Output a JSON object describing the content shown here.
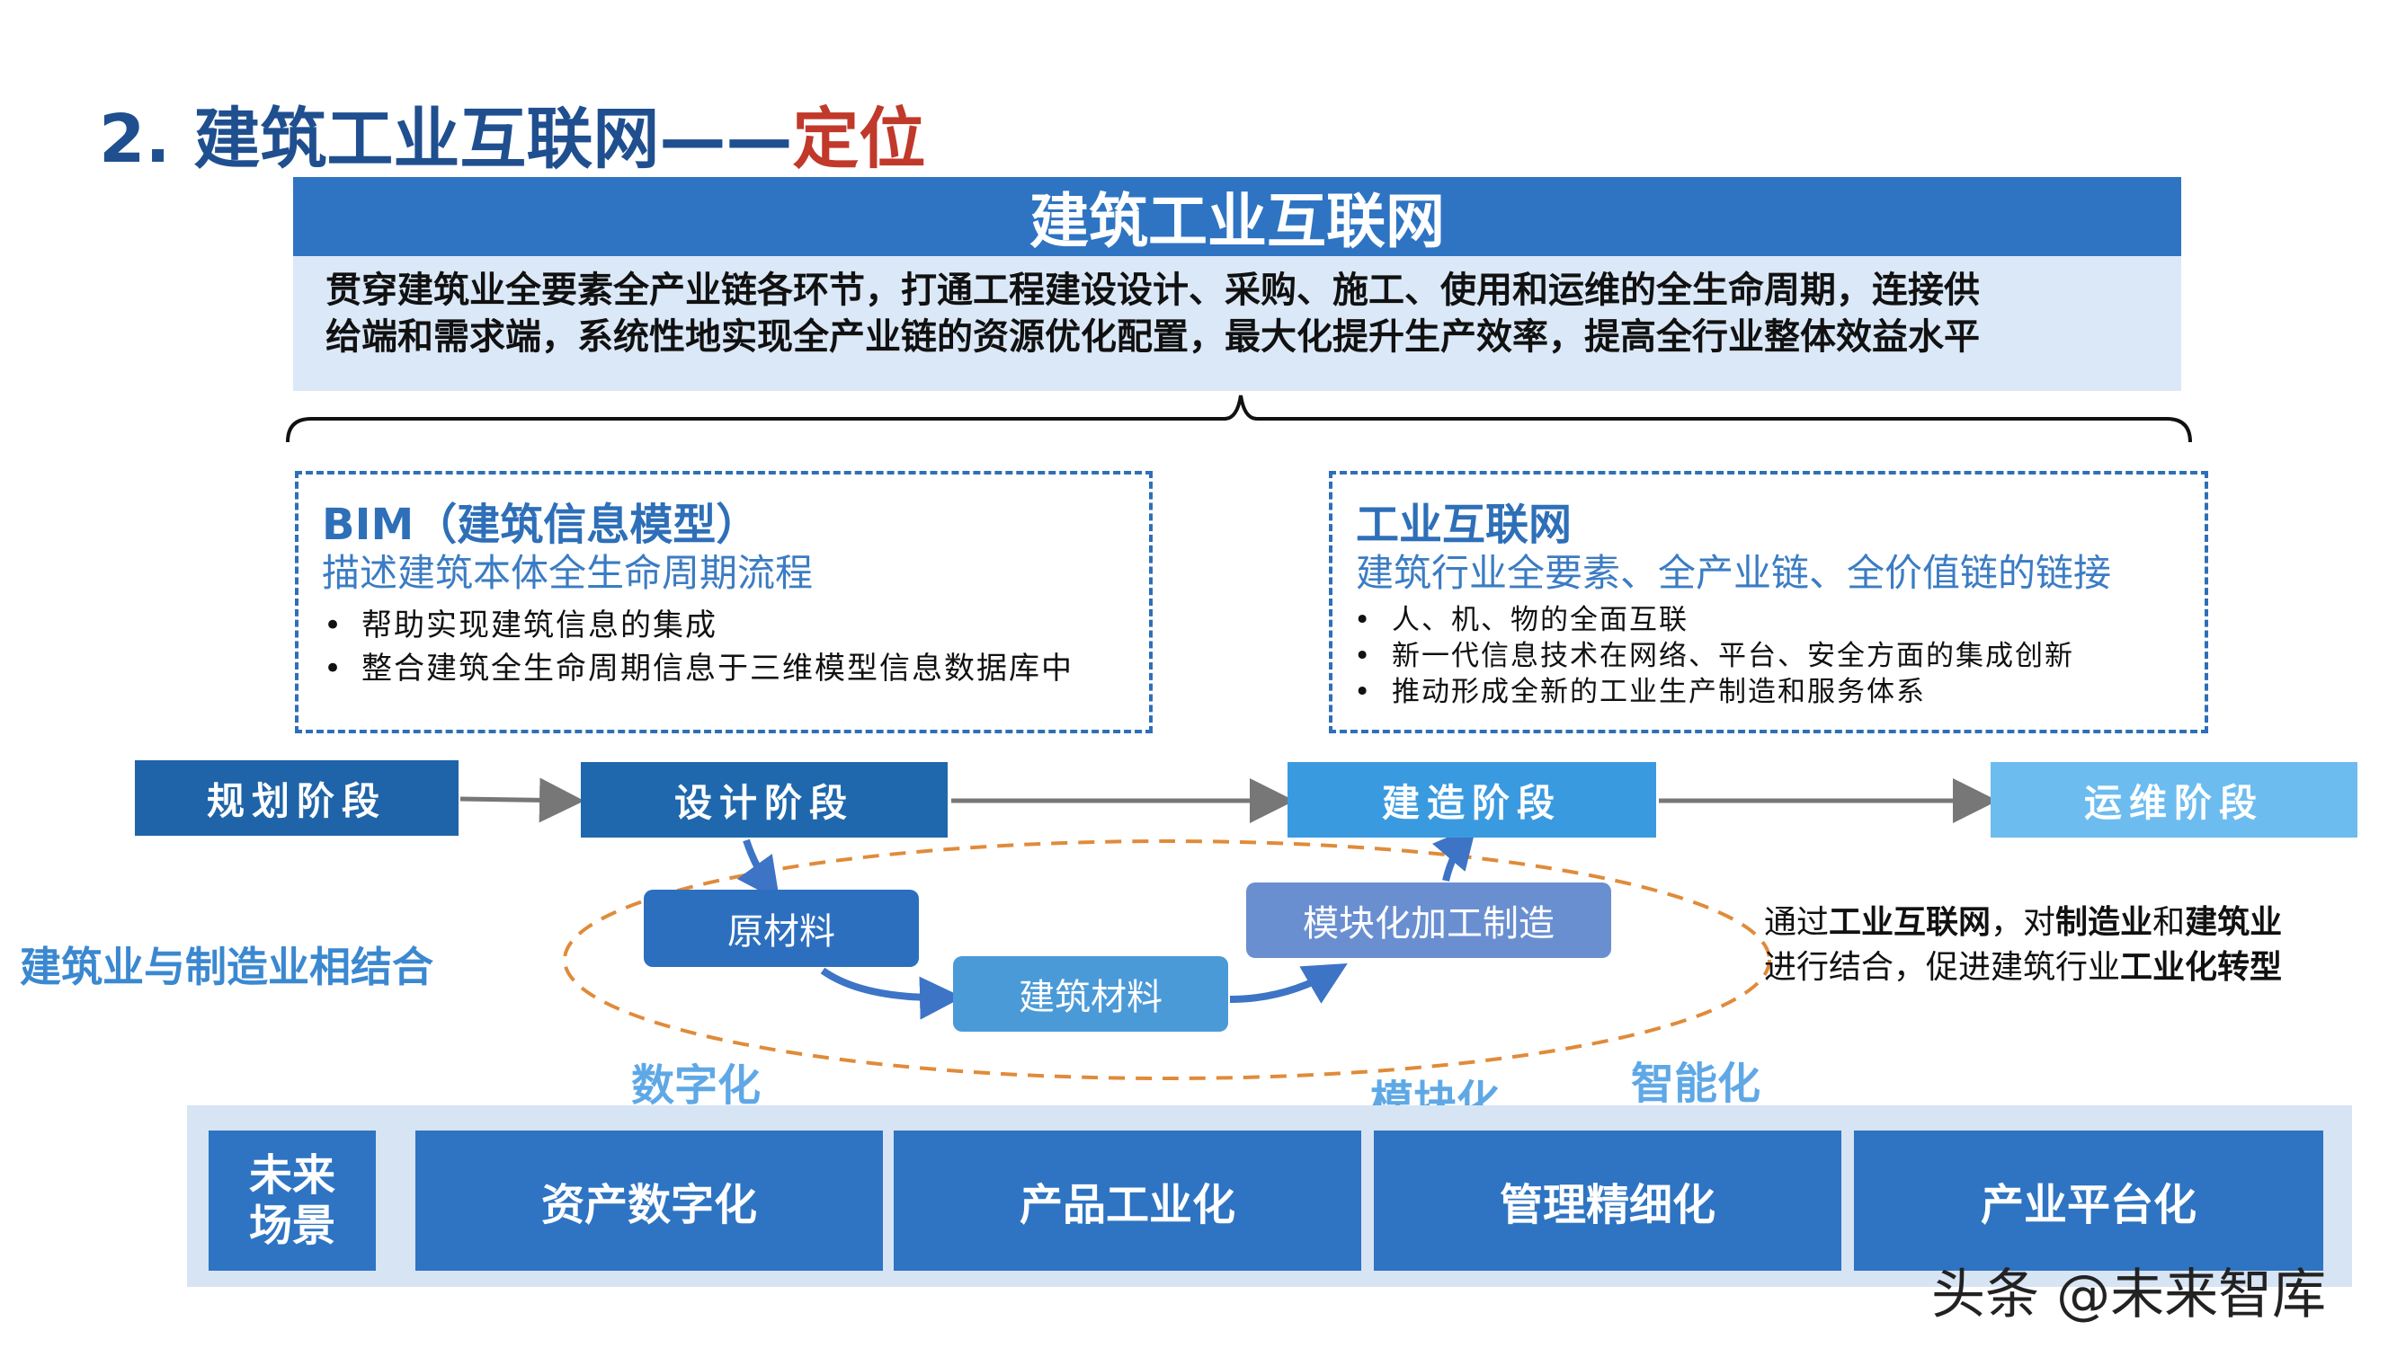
{
  "title": {
    "prefix": "2.  建筑工业互联网——",
    "accent": "定位"
  },
  "banner": {
    "heading": "建筑工业互联网",
    "line1": "贯穿建筑业全要素全产业链各环节，打通工程建设设计、采购、施工、使用和运维的全生命周期，连接供",
    "line2": "给端和需求端，系统性地实现全产业链的资源优化配置，最大化提升生产效率，提高全行业整体效益水平"
  },
  "bim": {
    "title": "BIM（建筑信息模型）",
    "subtitle": "描述建筑本体全生命周期流程",
    "bullets": [
      "帮助实现建筑信息的集成",
      "整合建筑全生命周期信息于三维模型信息数据库中"
    ]
  },
  "iiot": {
    "title": "工业互联网",
    "subtitle": "建筑行业全要素、全产业链、全价值链的链接",
    "bullets": [
      "人、机、物的全面互联",
      "新一代信息技术在网络、平台、安全方面的集成创新",
      "推动形成全新的工业生产制造和服务体系"
    ]
  },
  "stages": [
    "规划阶段",
    "设计阶段",
    "建造阶段",
    "运维阶段"
  ],
  "flow": {
    "raw": "原材料",
    "material": "建筑材料",
    "modular": "模块化加工制造"
  },
  "side_label": "建筑业与制造业相结合",
  "tags": {
    "digital": "数字化",
    "modular": "模块化",
    "smart": "智能化"
  },
  "note": {
    "p1": "通过",
    "b1": "工业互联网",
    "p2": "，对",
    "b2": "制造业",
    "p3": "和",
    "b3": "建筑业",
    "p4": "进行结合，促进建筑行业",
    "b4": "工业化转型"
  },
  "future": {
    "label_line1": "未来",
    "label_line2": "场景",
    "items": [
      "资产数字化",
      "产品工业化",
      "管理精细化",
      "产业平台化"
    ]
  },
  "watermark": "头条 @未来智库",
  "colors": {
    "title": "#1f4f8f",
    "accent": "#c0392b",
    "banner": "#2e74c2",
    "banner_body": "#dbe8f7",
    "stage_dark": "#1f64a8",
    "stage_mid": "#2a7ac4",
    "stage_light": "#3a9ae0",
    "stage_lightest": "#6cbcf0",
    "ellipse": "#e08b3a",
    "arrow": "#777777"
  }
}
